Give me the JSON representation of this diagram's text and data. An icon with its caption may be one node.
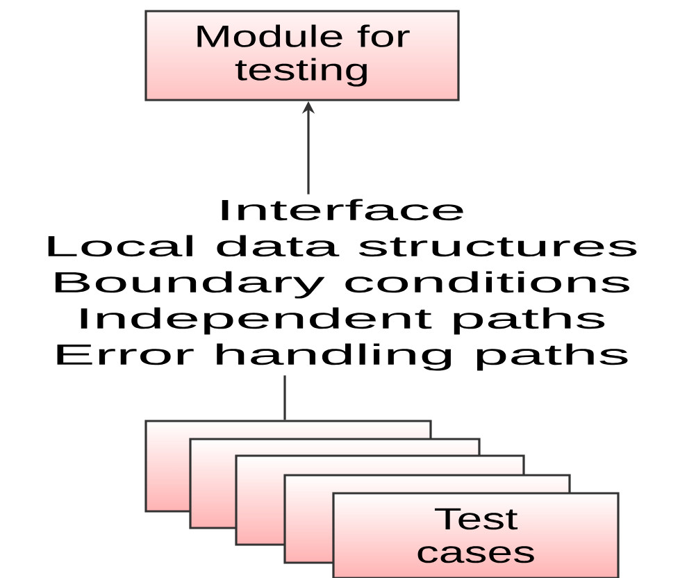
{
  "diagram": {
    "nodes": [
      {
        "text": [
          "Module for testing"
        ]
      },
      {
        "text": [
          "Interface",
          "Local data structures",
          "Boundary conditions",
          "Independent paths",
          "Error handling paths"
        ]
      },
      {
        "text": [],
        "shape": "box"
      },
      {
        "text": [],
        "shape": "box"
      },
      {
        "text": [],
        "shape": "box"
      },
      {
        "text": [],
        "shape": "box"
      },
      {
        "text": [
          "Test cases"
        ]
      }
    ],
    "edges": [
      {
        "from": 1,
        "to": 0,
        "arrow": "to"
      },
      {
        "from": 2,
        "to": 1,
        "arrow": "none"
      }
    ]
  }
}
